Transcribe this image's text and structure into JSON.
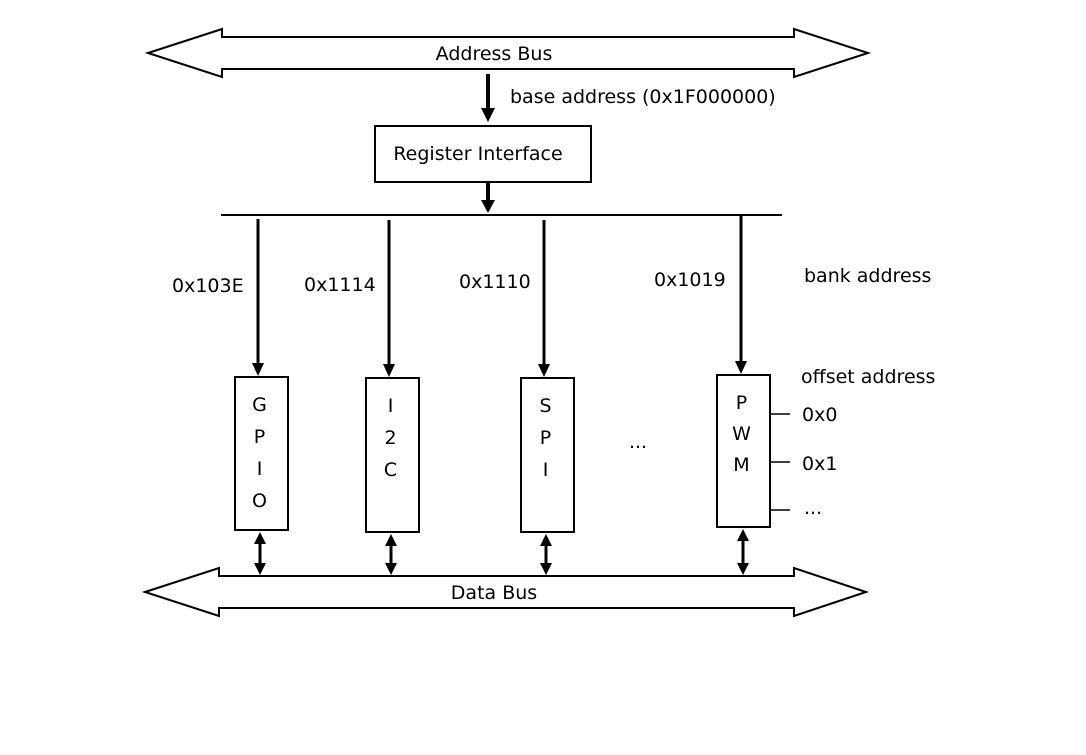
{
  "address_bus": {
    "label": "Address Bus"
  },
  "base_address": {
    "label": "base address (0x1F000000)"
  },
  "register_interface": {
    "label": "Register Interface"
  },
  "bank_address_label": "bank address",
  "offset_address_label": "offset address",
  "blocks": [
    {
      "name": "GPIO",
      "letters": [
        "G",
        "P",
        "I",
        "O"
      ],
      "bank_address": "0x103E"
    },
    {
      "name": "I2C",
      "letters": [
        "I",
        "2",
        "C"
      ],
      "bank_address": "0x1114"
    },
    {
      "name": "SPI",
      "letters": [
        "S",
        "P",
        "I"
      ],
      "bank_address": "0x1110"
    },
    {
      "name": "PWM",
      "letters": [
        "P",
        "W",
        "M"
      ],
      "bank_address": "0x1019"
    }
  ],
  "ellipsis_between_blocks": "...",
  "offsets": [
    "0x0",
    "0x1",
    "..."
  ],
  "data_bus": {
    "label": "Data Bus"
  }
}
